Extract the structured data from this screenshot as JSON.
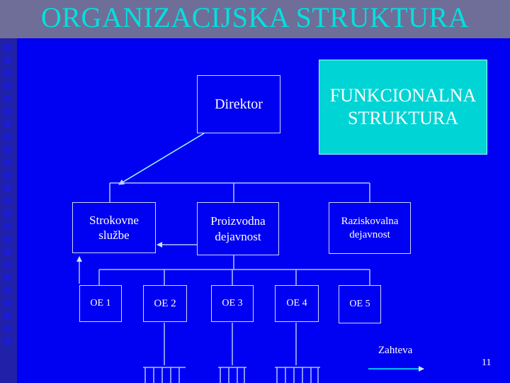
{
  "title": "ORGANIZACIJSKA STRUKTURA",
  "boxes": {
    "director": "Direktor",
    "functional": "FUNKCIONALNA STRUKTURA",
    "services": "Strokovne službe",
    "production": "Proizvodna dejavnost",
    "research": "Raziskovalna dejavnost"
  },
  "units": [
    "OE 1",
    "OE 2",
    "OE 3",
    "OE 4",
    "OE 5"
  ],
  "demand_label": "Zahteva",
  "page_number": "11",
  "colors": {
    "background": "#0000ff",
    "title": "#00e0e0",
    "functional_box": "#00d4d4",
    "lines": "#b0c4ff"
  }
}
